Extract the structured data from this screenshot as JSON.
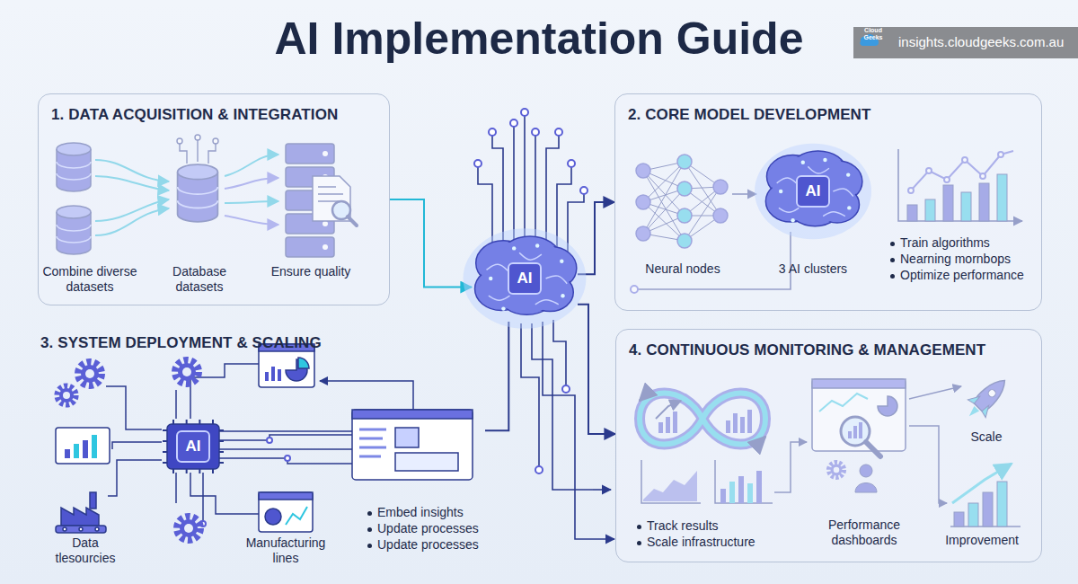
{
  "diagram": {
    "title": "AI Implementation Guide",
    "nodes": [
      {
        "text": [
          "1. DATA ACQUISITION & INTEGRATION"
        ]
      },
      {
        "text": [
          "2. CORE MODEL DEVELOPMENT"
        ]
      },
      {
        "text": [
          "AI"
        ]
      },
      {
        "text": [
          "3. SYSTEM DEPLOYMENT & SCALING"
        ]
      },
      {
        "text": [
          "4. CONTINUOUS MONITORING & MANAGEMENT"
        ]
      },
      {
        "text": [
          "AI"
        ],
        "in": 1
      },
      {
        "text": [
          "AI"
        ],
        "in": 3
      }
    ],
    "edges": [
      {
        "from": 0,
        "to": 2,
        "arrow": "to"
      },
      {
        "from": 2,
        "to": 1,
        "arrow": "to"
      },
      {
        "from": 2,
        "to": 4,
        "arrow": "to"
      },
      {
        "from": 3,
        "to": 2,
        "arrow": "none"
      }
    ],
    "labels": [
      "insights.cloudgeeks.com.au",
      "Cloud Geeks",
      "Combine diverse datasets",
      "Database datasets",
      "Ensure quality",
      "Neural nodes",
      "3 AI clusters",
      "Train algorithms",
      "Nearning mornbops",
      "Optimize performance",
      "Data tlesourcies",
      "Manufacturing lines",
      "Embed insights",
      "Update processes",
      "Update processes",
      "Track results",
      "Scale infrastructure",
      "Performance dashboards",
      "Scale",
      "Improvement"
    ]
  }
}
